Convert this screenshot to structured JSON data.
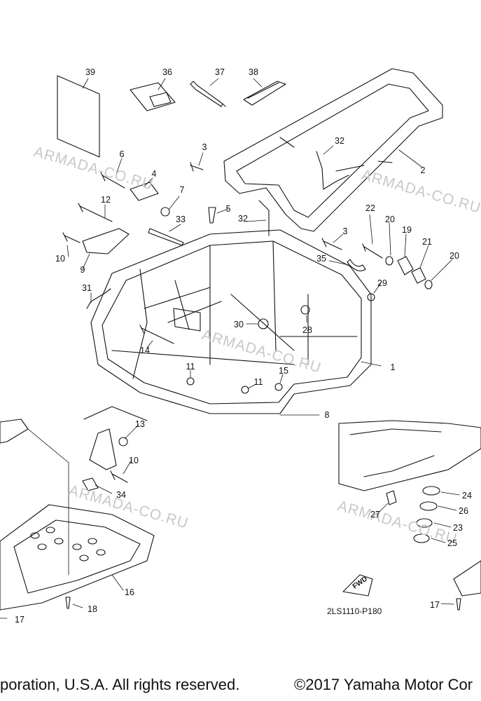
{
  "watermark_text": "ARMADA-CO.RU",
  "diagram_code": "2LS1110-P180",
  "fwd_label": "FWD",
  "footer": {
    "left": "poration, U.S.A. All rights reserved.",
    "right": "©2017 Yamaha Motor Cor"
  },
  "callouts": [
    "39",
    "36",
    "37",
    "38",
    "3",
    "2",
    "32",
    "6",
    "4",
    "7",
    "12",
    "5",
    "22",
    "20",
    "19",
    "21",
    "20",
    "33",
    "32",
    "3",
    "35",
    "10",
    "9",
    "29",
    "31",
    "30",
    "28",
    "14",
    "1",
    "11",
    "15",
    "11",
    "8",
    "13",
    "10",
    "34",
    "24",
    "26",
    "23",
    "25",
    "27",
    "16",
    "18",
    "17",
    "17"
  ]
}
